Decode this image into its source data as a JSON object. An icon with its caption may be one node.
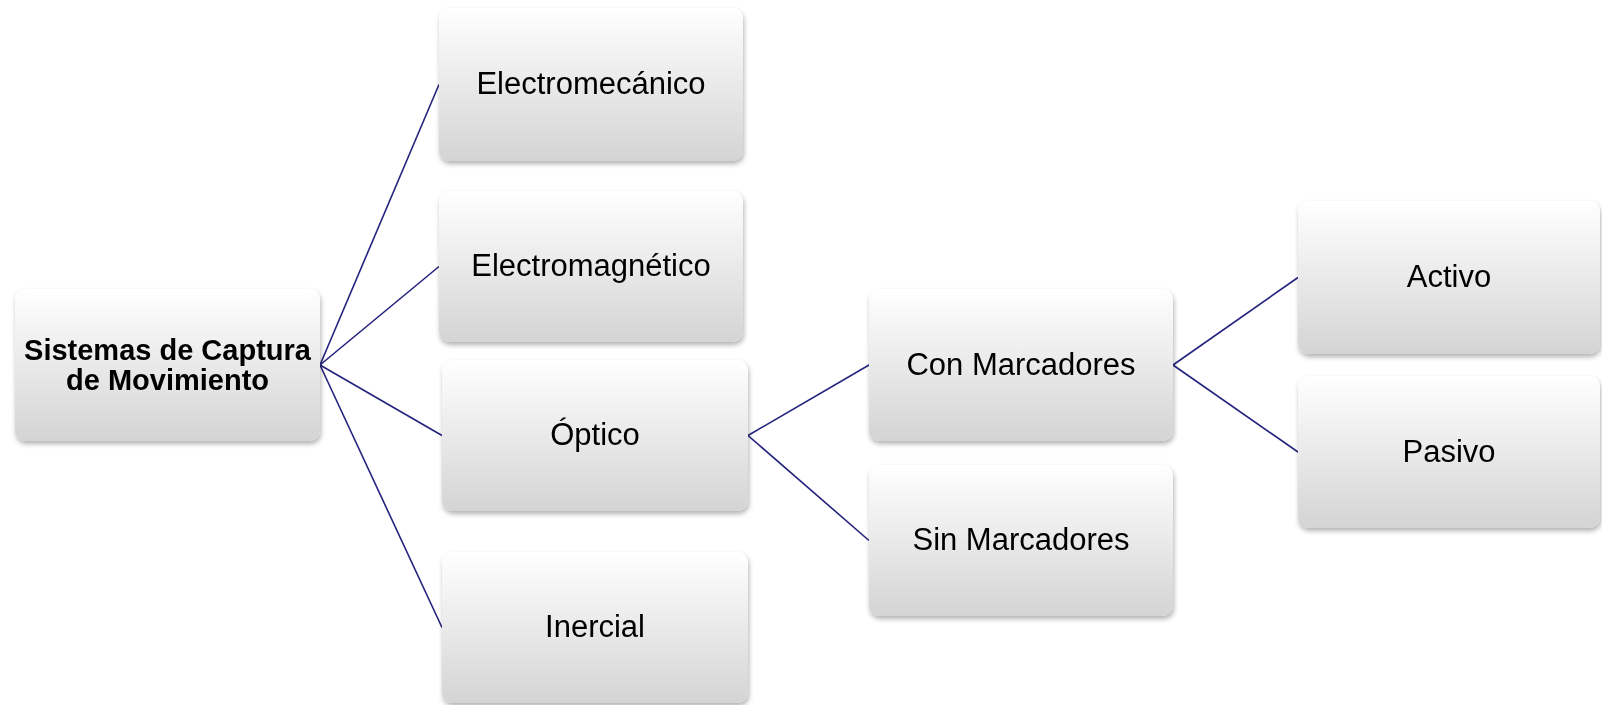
{
  "diagram": {
    "nodes": [
      {
        "text": [
          "Sistemas de Captura de Movimiento"
        ]
      },
      {
        "text": [
          "Electromecánico"
        ]
      },
      {
        "text": [
          "Electromagnético"
        ]
      },
      {
        "text": [
          "Óptico"
        ]
      },
      {
        "text": [
          "Inercial"
        ]
      },
      {
        "text": [
          "Con Marcadores"
        ]
      },
      {
        "text": [
          "Sin Marcadores"
        ]
      },
      {
        "text": [
          "Activo"
        ]
      },
      {
        "text": [
          "Pasivo"
        ]
      }
    ],
    "edges": [
      {
        "from": 0,
        "to": 1,
        "arrow": "none"
      },
      {
        "from": 0,
        "to": 2,
        "arrow": "none"
      },
      {
        "from": 0,
        "to": 3,
        "arrow": "none"
      },
      {
        "from": 0,
        "to": 4,
        "arrow": "none"
      },
      {
        "from": 3,
        "to": 5,
        "arrow": "none"
      },
      {
        "from": 3,
        "to": 6,
        "arrow": "none"
      },
      {
        "from": 5,
        "to": 7,
        "arrow": "none"
      },
      {
        "from": 5,
        "to": 8,
        "arrow": "none"
      }
    ]
  }
}
